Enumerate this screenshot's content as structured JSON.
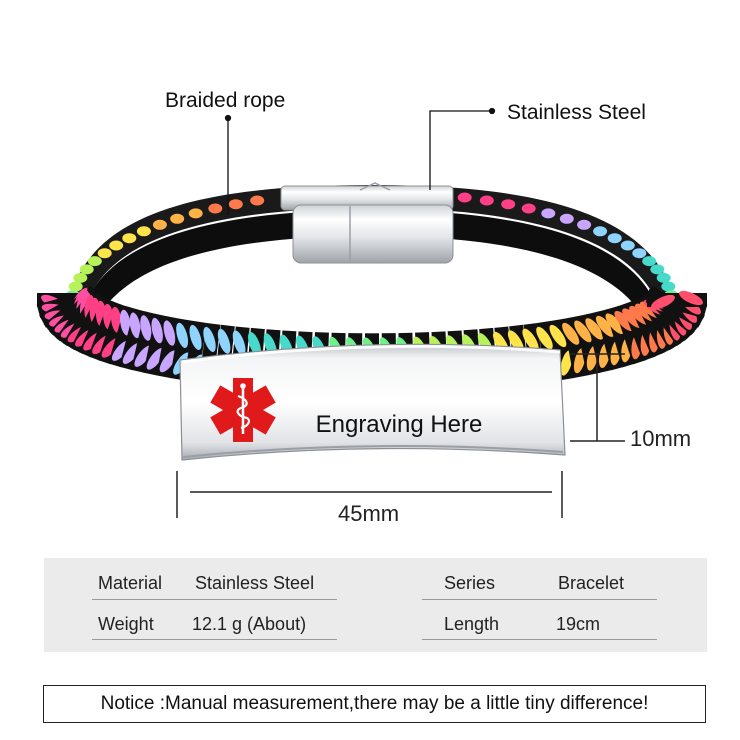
{
  "callouts": {
    "rope": "Braided rope",
    "steel": "Stainless Steel"
  },
  "plate": {
    "engraving": "Engraving Here"
  },
  "dimensions": {
    "height": "10mm",
    "width": "45mm"
  },
  "specs": {
    "left": [
      {
        "label": "Material",
        "value": "Stainless Steel"
      },
      {
        "label": "Weight",
        "value": "12.1 g (About)"
      }
    ],
    "right": [
      {
        "label": "Series",
        "value": "Bracelet"
      },
      {
        "label": "Length",
        "value": "19cm"
      }
    ]
  },
  "notice": "Notice :Manual measurement,there may be a little tiny difference!",
  "colors": {
    "medical_symbol": "#e01a1a",
    "spec_background": "#ebebeb",
    "rope_colors": [
      "#ff4fa3",
      "#ff3f86",
      "#c8a6ff",
      "#8fd3ff",
      "#47d9c9",
      "#6ff08a",
      "#b7f25a",
      "#ffe34a",
      "#ffb347",
      "#ff7a4a",
      "#ff4f6d"
    ]
  },
  "icons": {
    "medical": "star-of-life-icon"
  }
}
